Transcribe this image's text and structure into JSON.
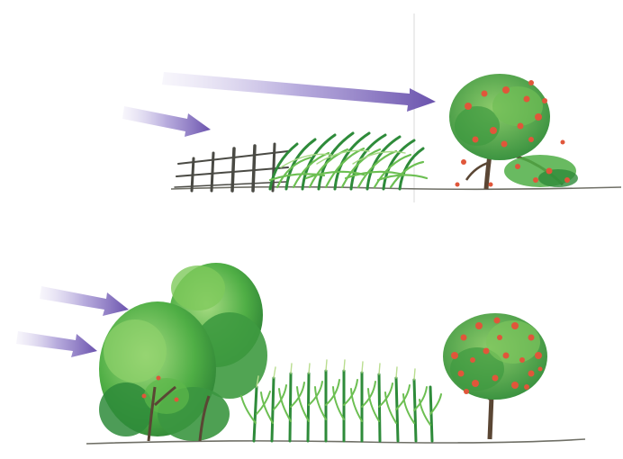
{
  "illustration": {
    "panels": [
      {
        "id": "top-panel",
        "wind_arrows": 2,
        "elements": [
          "wind-arrow",
          "wind-arrow",
          "fence",
          "crop-rows",
          "fruit-tree"
        ]
      },
      {
        "id": "bottom-panel",
        "wind_arrows": 2,
        "elements": [
          "wind-arrow",
          "wind-arrow",
          "windbreak-trees",
          "crop-rows",
          "fruit-tree"
        ]
      }
    ],
    "colors": {
      "arrow": "#7a62b8",
      "arrow_light": "#b9acd9",
      "leaf_dark": "#2e8b3a",
      "leaf_mid": "#4fae45",
      "leaf_light": "#9fd57a",
      "fruit": "#e0563a",
      "trunk": "#5a4634",
      "fence": "#4a4a44",
      "ground": "#6f6f66"
    }
  }
}
